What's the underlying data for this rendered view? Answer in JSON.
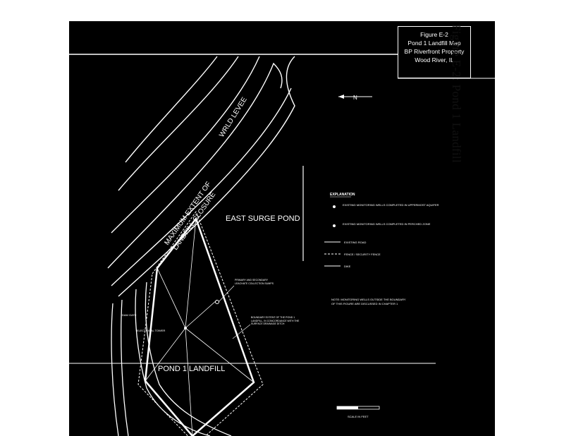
{
  "figure_caption": "Figure E-2: Pond 1 Landfill",
  "title_block": {
    "line1": "Figure E-2",
    "line2": "Pond 1 Landfill Map",
    "line3": "BP Riverfront Property",
    "line4": "Wood River, IL"
  },
  "labels": {
    "east_surge_pond": "EAST SURGE POND",
    "pond1_landfill": "POND 1 LANDFILL",
    "max_extent": "MAXIMUM EXTENT OF",
    "landfill_closure": "LANDFILL CLOSURE",
    "world_levee": "WRLD LEVEE",
    "north": "N"
  },
  "legend": {
    "title": "EXPLANATION",
    "items": [
      "EXISTING MONITORING WELLS COMPLETED IN UPPERMOST AQUIFER",
      "EXISTING MONITORING WELLS COMPLETED IN PERCHED ZONE",
      "EXISTING ROAD",
      "FENCE / SECURITY FENCE",
      "DIKE"
    ]
  },
  "notes": {
    "note": "NOTE: MONITORING WELLS OUTSIDE THE BOUNDARY OF THIS FIGURE ARE DISCUSSED IN CHAPTER 1",
    "callout1": "PRIMARY AND SECONDARY LEACHATE COLLECTION SUMPS",
    "callout2": "BOUNDARY EXTENT OF THE POND 1 LANDFILL, IN CONCORDANCE WITH THE SURFACE DRAINAGE DITCH",
    "electrical": "ELECTRICAL TOWER",
    "dam_gate": "DAM GATE",
    "scale": "SCALE IN FEET"
  }
}
